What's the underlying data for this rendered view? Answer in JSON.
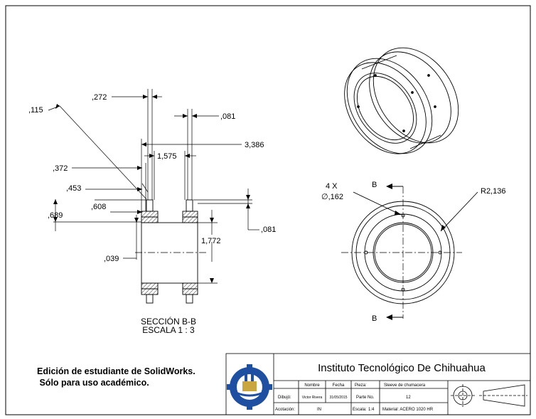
{
  "section": {
    "title": "SECCIÓN B-B",
    "scale": "ESCALA 1 : 3"
  },
  "dimensions": {
    "d272": ",272",
    "d115": ",115",
    "d081_top": ",081",
    "d3386": "3,386",
    "d1575": "1,575",
    "d372": ",372",
    "d453": ",453",
    "d608": ",608",
    "d689": ",689",
    "d081_bottom": ",081",
    "d1772": "1,772",
    "d039": ",039"
  },
  "front_view": {
    "holes_qty": "4 X",
    "holes_dia": "∅,162",
    "radius": "R2,136",
    "cut_label_top": "B",
    "cut_label_bottom": "B"
  },
  "edition_note": {
    "line1": "Edición de estudiante de SolidWorks.",
    "line2": " Sólo para uso académico."
  },
  "title_block": {
    "institute": "Instituto Tecnológico De Chihuahua",
    "h_nombre": "Nombre",
    "h_fecha": "Fecha",
    "h_pieza": "Pieza:",
    "pieza_value": "Sleeve de chumacera",
    "dibujo_label": "Dibujó:",
    "dibujo_name": "Victor Rivera",
    "dibujo_date": "31/05/2015",
    "parte_label": "Parte No.",
    "parte_value": "12",
    "acotacion_label": "Acotación:",
    "acotacion_value": "IN",
    "escala_label": "Escala:",
    "escala_value": "1:4",
    "material_label": "Material: ACERO 1020 HR"
  }
}
